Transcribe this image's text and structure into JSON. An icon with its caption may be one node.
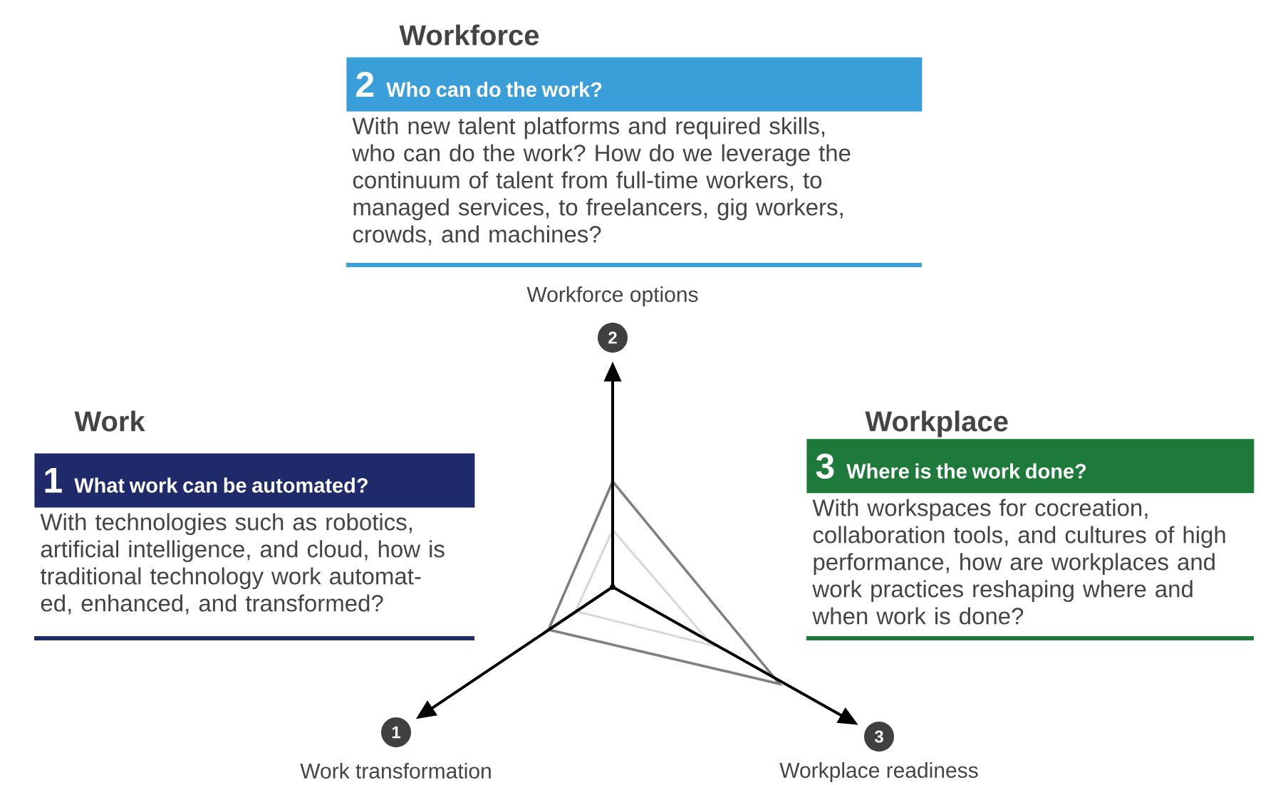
{
  "diagram": {
    "nodes": [
      {
        "text": [
          "Workforce",
          "2",
          "Who can do the work?",
          "With new talent platforms and required skills, who can do the work? How do we leverage the continuum of talent from full-time workers, to managed services, to freelancers, gig workers, crowds, and machines?"
        ]
      },
      {
        "text": [
          "2"
        ],
        "beside": [
          "Workforce options"
        ]
      },
      {
        "text": [
          "Work",
          "1",
          "What work can be automated?",
          "With technologies such as robotics, artificial intelligence, and cloud, how is traditional technology work automat-ed, enhanced, and transformed?"
        ]
      },
      {
        "text": [
          "Workplace",
          "3",
          "Where is the work done?",
          "With workspaces for cocreation, collaboration tools, and cultures of high performance, how are workplaces and work practices reshaping where and when work is done?"
        ]
      },
      {
        "text": [
          "1"
        ],
        "beside": [
          "Work transformation"
        ]
      },
      {
        "text": [
          "3"
        ],
        "beside": [
          "Workplace readiness"
        ]
      },
      {
        "text": [],
        "shape": "point"
      }
    ],
    "edges": [
      {
        "from": 6,
        "to": 1,
        "arrow": "to"
      },
      {
        "from": 6,
        "to": 4,
        "arrow": "to"
      },
      {
        "from": 6,
        "to": 5,
        "arrow": "to"
      }
    ]
  }
}
